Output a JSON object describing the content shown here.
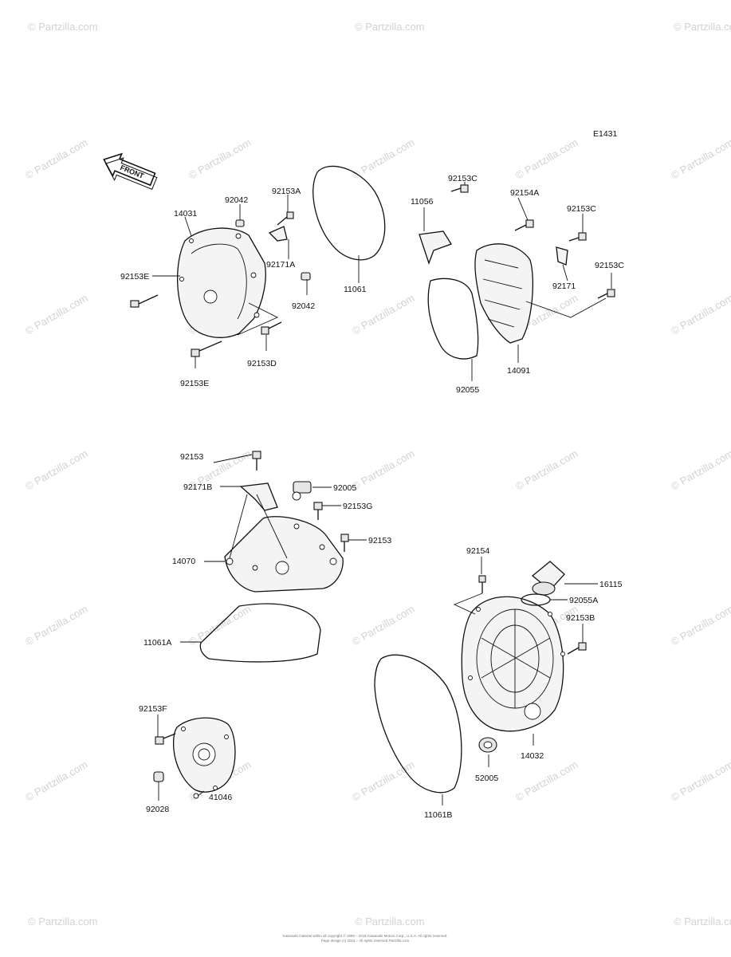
{
  "diagram_code": "E1431",
  "front_label": "FRONT",
  "watermark": "© Partzilla.com",
  "footer": {
    "line1": "Kawasaki material within all copyright © 1999 – 2015 Kawasaki Motors Corp., U.S.A. All rights reserved.",
    "line2": "Page design (c) 2015 – All rights reserved Partzilla.com"
  },
  "labels": {
    "p14031": "14031",
    "p92042_top": "92042",
    "p92153A": "92153A",
    "p92171A": "92171A",
    "p92153E_left": "92153E",
    "p92153E_bottom": "92153E",
    "p92153D": "92153D",
    "p92042_mid": "92042",
    "p11061": "11061",
    "p92153C_a": "92153C",
    "p11056": "11056",
    "p92154A": "92154A",
    "p92153C_b": "92153C",
    "p92171": "92171",
    "p92153C_c": "92153C",
    "p14091": "14091",
    "p92055": "92055",
    "p92153_top": "92153",
    "p92171B": "92171B",
    "p92005": "92005",
    "p92153G": "92153G",
    "p92153_mid": "92153",
    "p14070": "14070",
    "p11061A": "11061A",
    "p92154": "92154",
    "p16115": "16115",
    "p92055A": "92055A",
    "p92153B": "92153B",
    "p11061B": "11061B",
    "p52005": "52005",
    "p14032": "14032",
    "p92153F": "92153F",
    "p92028": "92028",
    "p41046": "41046"
  }
}
